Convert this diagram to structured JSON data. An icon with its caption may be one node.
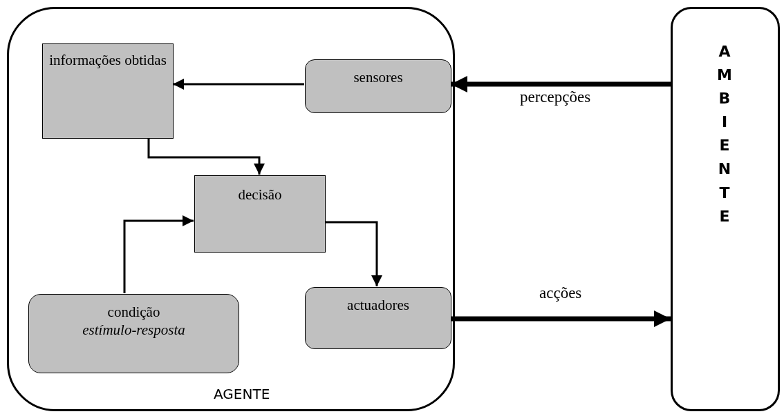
{
  "diagram": {
    "nodes": [
      {
        "text": [
          "AGENTE"
        ]
      },
      {
        "text": [
          "informações obtidas"
        ],
        "in": 0
      },
      {
        "text": [
          "sensores"
        ],
        "in": 0
      },
      {
        "text": [
          "decisão"
        ],
        "in": 0
      },
      {
        "text": [
          "condição",
          "estímulo-resposta"
        ],
        "in": 0
      },
      {
        "text": [
          "actuadores"
        ],
        "in": 0
      },
      {
        "text": [
          "AMBIENTE"
        ]
      }
    ],
    "edges": [
      {
        "from": 6,
        "to": 2,
        "arrow": "to",
        "label": "percepções",
        "style": "thick"
      },
      {
        "from": 2,
        "to": 1,
        "arrow": "to"
      },
      {
        "from": 1,
        "to": 3,
        "arrow": "to"
      },
      {
        "from": 4,
        "to": 3,
        "arrow": "to"
      },
      {
        "from": 3,
        "to": 5,
        "arrow": "to"
      },
      {
        "from": 5,
        "to": 6,
        "arrow": "to",
        "label": "acções",
        "style": "thick"
      }
    ]
  }
}
